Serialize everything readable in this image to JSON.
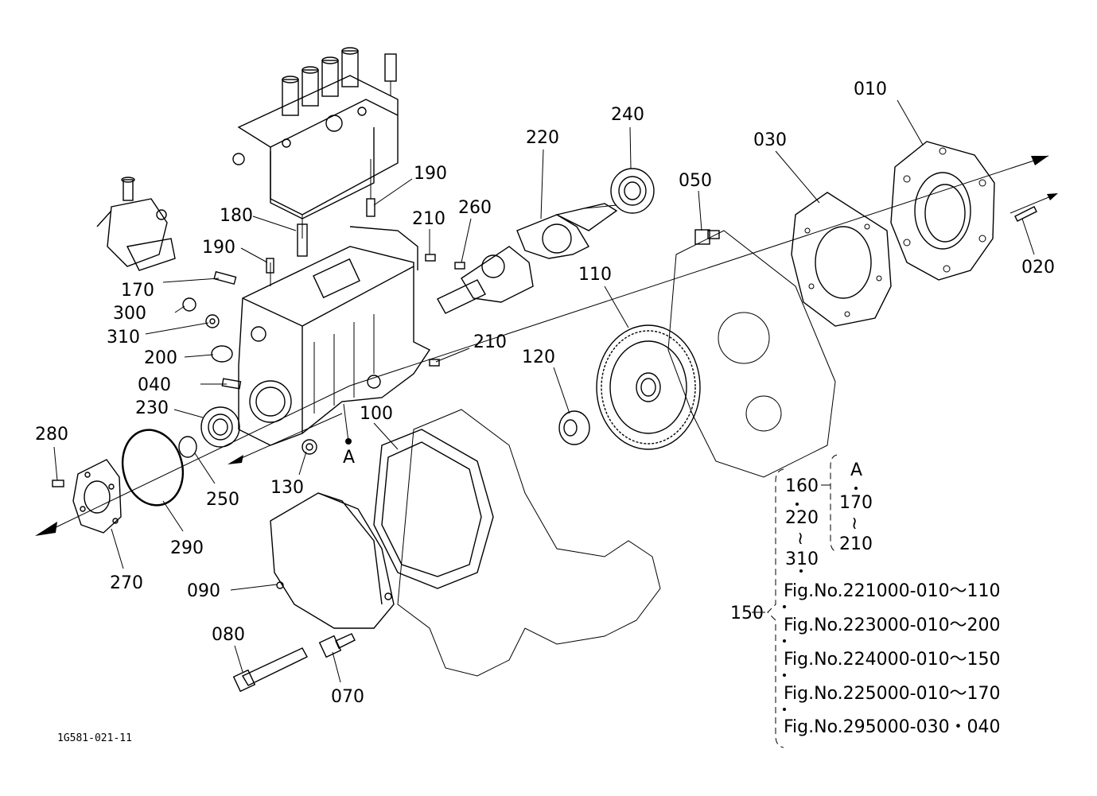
{
  "drawing": {
    "id": "1G581-021-11",
    "center_marker": "A"
  },
  "callouts": [
    {
      "key": "c010",
      "text": "010"
    },
    {
      "key": "c020",
      "text": "020"
    },
    {
      "key": "c030",
      "text": "030"
    },
    {
      "key": "c040",
      "text": "040"
    },
    {
      "key": "c050",
      "text": "050"
    },
    {
      "key": "c070",
      "text": "070"
    },
    {
      "key": "c080",
      "text": "080"
    },
    {
      "key": "c090",
      "text": "090"
    },
    {
      "key": "c100",
      "text": "100"
    },
    {
      "key": "c110",
      "text": "110"
    },
    {
      "key": "c120",
      "text": "120"
    },
    {
      "key": "c130",
      "text": "130"
    },
    {
      "key": "c170",
      "text": "170"
    },
    {
      "key": "c180",
      "text": "180"
    },
    {
      "key": "c190a",
      "text": "190"
    },
    {
      "key": "c190b",
      "text": "190"
    },
    {
      "key": "c200",
      "text": "200"
    },
    {
      "key": "c210a",
      "text": "210"
    },
    {
      "key": "c210b",
      "text": "210"
    },
    {
      "key": "c220",
      "text": "220"
    },
    {
      "key": "c230",
      "text": "230"
    },
    {
      "key": "c240",
      "text": "240"
    },
    {
      "key": "c250",
      "text": "250"
    },
    {
      "key": "c260",
      "text": "260"
    },
    {
      "key": "c270",
      "text": "270"
    },
    {
      "key": "c280",
      "text": "280"
    },
    {
      "key": "c290",
      "text": "290"
    },
    {
      "key": "c300",
      "text": "300"
    },
    {
      "key": "c310",
      "text": "310"
    }
  ],
  "assembly_key": {
    "group_label": "150",
    "subgroup_label": "160",
    "range_start": "220",
    "range_end": "310",
    "inner_marker": "A",
    "inner_start": "170",
    "inner_end": "210",
    "range_symbol": "≀",
    "figure_refs": [
      "Fig.No.221000-010～110",
      "Fig.No.223000-010～200",
      "Fig.No.224000-010～150",
      "Fig.No.225000-010～170",
      "Fig.No.295000-030・040"
    ]
  }
}
